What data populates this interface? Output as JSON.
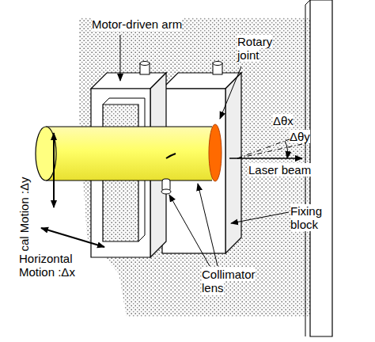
{
  "diagram": {
    "labels": [
      "Motor-driven arm",
      "Rotary joint",
      "Δθx",
      "Δθy",
      "Laser beam",
      "Fixing block",
      "Collimator lens",
      "Vertical Motion :Δy",
      "Horizontal Motion :Δx"
    ]
  }
}
